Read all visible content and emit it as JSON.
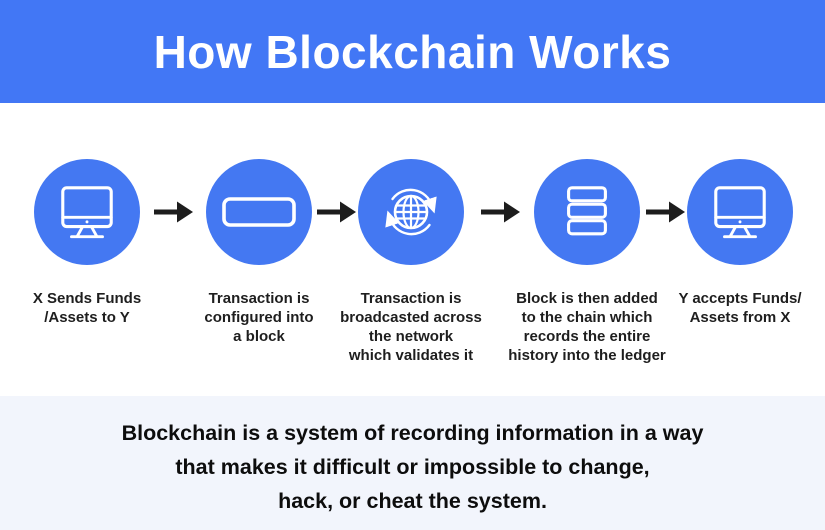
{
  "header": {
    "title": "How Blockchain Works"
  },
  "colors": {
    "header_blue": "#4277f5",
    "circle_blue": "#4478f2",
    "band_bg": "#f2f5fc",
    "arrow_black": "#1d1d1d",
    "icon_white": "#ffffff",
    "caption_text": "#1e1e1e"
  },
  "flow": {
    "steps": [
      {
        "icon": "desktop-monitor-icon",
        "caption": "X Sends Funds\n/Assets to Y"
      },
      {
        "icon": "block-icon",
        "caption": "Transaction is\nconfigured into\na block"
      },
      {
        "icon": "globe-sync-icon",
        "caption": "Transaction is\nbroadcasted across\nthe network\nwhich validates it"
      },
      {
        "icon": "ledger-stack-icon",
        "caption": "Block is then added\nto the chain which\nrecords the entire\nhistory into the ledger"
      },
      {
        "icon": "desktop-monitor-icon",
        "caption": "Y accepts Funds/\nAssets from X"
      }
    ],
    "arrow_icon": "right-arrow-icon"
  },
  "footer": {
    "text": "Blockchain is a system of recording information in a way\nthat makes it difficult or impossible to change,\nhack, or cheat the system."
  }
}
